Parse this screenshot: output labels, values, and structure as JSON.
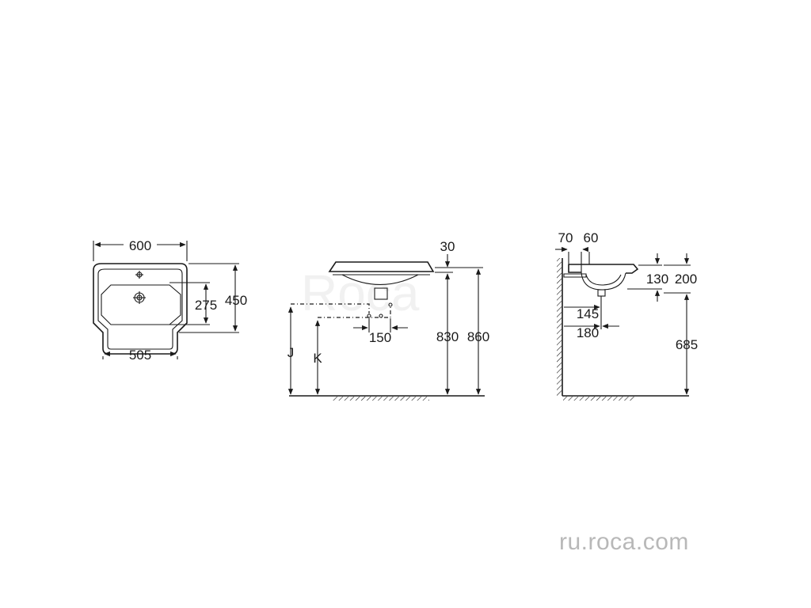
{
  "watermark": {
    "text": "ru.roca.com",
    "logo": "Roca"
  },
  "top_view": {
    "width_overall": "600",
    "width_front": "505",
    "depth": "450",
    "bowl_depth": "275"
  },
  "front_view": {
    "rim_thickness": "30",
    "tap_spacing": "150",
    "label_j": "J",
    "label_k": "K",
    "height_top": "830",
    "height_total": "860"
  },
  "side_view": {
    "wall_gap": "70",
    "bowl_offset": "60",
    "bowl_height": "130",
    "rim_height": "200",
    "drain_offset": "145",
    "drain_distance": "180",
    "under_height": "685"
  }
}
